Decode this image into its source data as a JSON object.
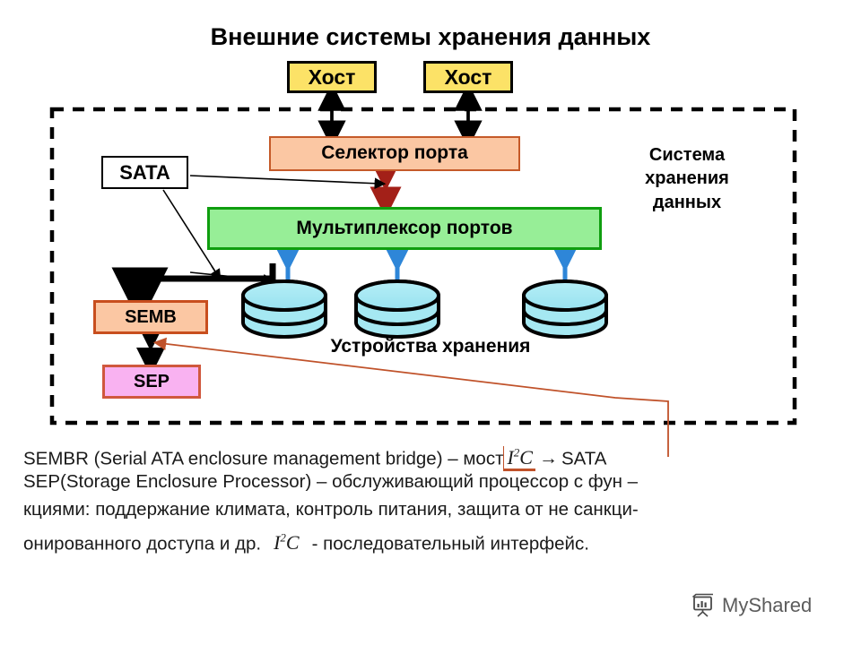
{
  "title": "Внешние системы хранения данных",
  "diagram": {
    "enclosure_label": "Система\nхранения\nданных",
    "enclosure_label_lines": [
      "Система",
      "хранения",
      "данных"
    ],
    "hosts": [
      {
        "label": "Хост"
      },
      {
        "label": "Хост"
      }
    ],
    "port_selector": {
      "label": "Селектор порта",
      "fill": "#FBC7A3",
      "border": "#C55A29"
    },
    "sata_tap": {
      "label": "SATA",
      "fill": "#FFFFFF",
      "border": "#000000"
    },
    "port_multiplexer": {
      "label": "Мультиплексор портов",
      "fill": "#97EE97",
      "border": "#0F9E0F"
    },
    "semb": {
      "label": "SEMB",
      "fill": "#FBC7A3",
      "border": "#C84E1E"
    },
    "sep": {
      "label": "SEP",
      "fill": "#F9B2F1",
      "border": "#D0583E"
    },
    "storage_devices_label": "Устройства хранения",
    "disk_count": 3,
    "disk_fill": "#A5E8F2",
    "link_colors": {
      "host_link": "#000000",
      "selector_mux_link": "#A32018",
      "mux_disk_link": "#2E86D8",
      "i2c_callout": "#C0522A"
    }
  },
  "description": {
    "line1_a": "SEMBR (Serial ATA enclosure management bridge) – мост",
    "line1_i2c": "I",
    "line1_i2c_sup": "2",
    "line1_i2c_c": "C",
    "line1_arrow": "→",
    "line1_b": "SATA",
    "line2": "SEP(Storage Enclosure Processor) – обслуживающий процессор с фун –",
    "line3": "кциями: поддержание климата, контроль питания, защита от не санкци-",
    "line4_a": "онированного доступа и др.",
    "line4_i2c": "I",
    "line4_i2c_sup": "2",
    "line4_i2c_c": "C",
    "line4_b": "- последовательный интерфейс."
  },
  "watermark": {
    "text": "MyShared",
    "icon": "presentation-easel-icon"
  }
}
